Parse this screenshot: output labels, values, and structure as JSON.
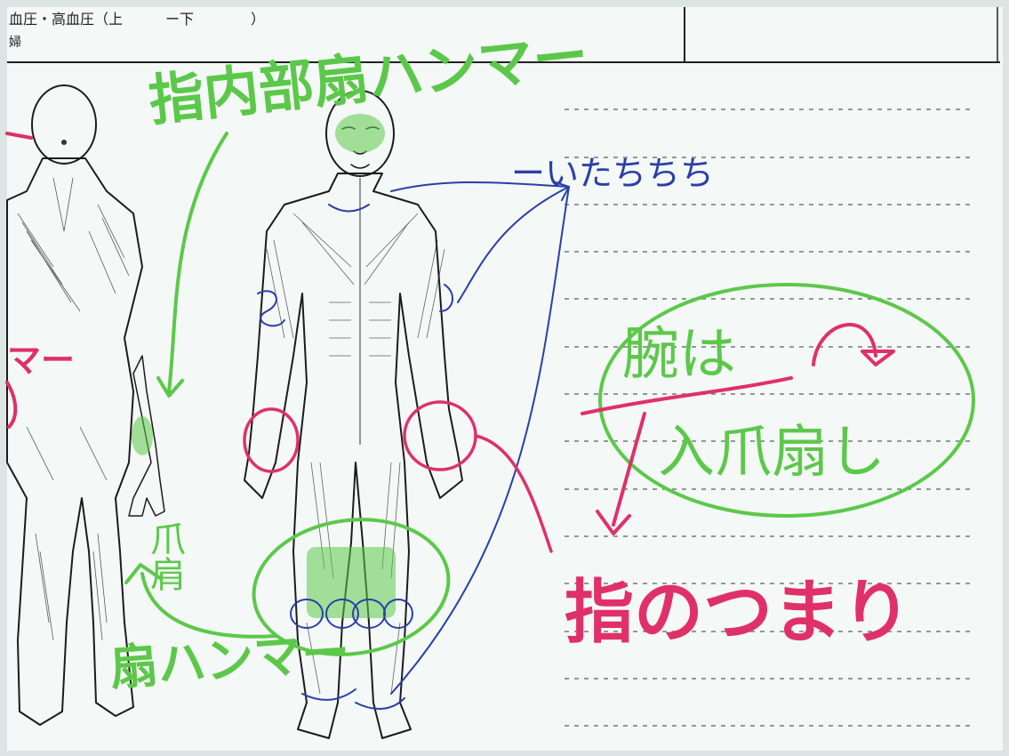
{
  "form_header": {
    "line1": "血圧・高血圧（上　　　ー下　　　　）",
    "line2": "婦"
  },
  "annotations": {
    "top_green": "指内部扇ハンマー",
    "blue_note": "ーいたちちち",
    "green_circled": [
      "腕は",
      "入爪扇し"
    ],
    "pink_note": "指のつまり",
    "left_green_vertical": "爪肩",
    "bottom_green": "扇ハンマー",
    "left_pink_partial": "マー"
  },
  "colors": {
    "paper": "#f4f8f6",
    "green_marker": "#5cc84a",
    "pink_marker": "#e0306a",
    "blue_pen": "#2a3fa8",
    "print_ink": "#1c1c1c",
    "ruled_line": "#6f7a7a"
  }
}
